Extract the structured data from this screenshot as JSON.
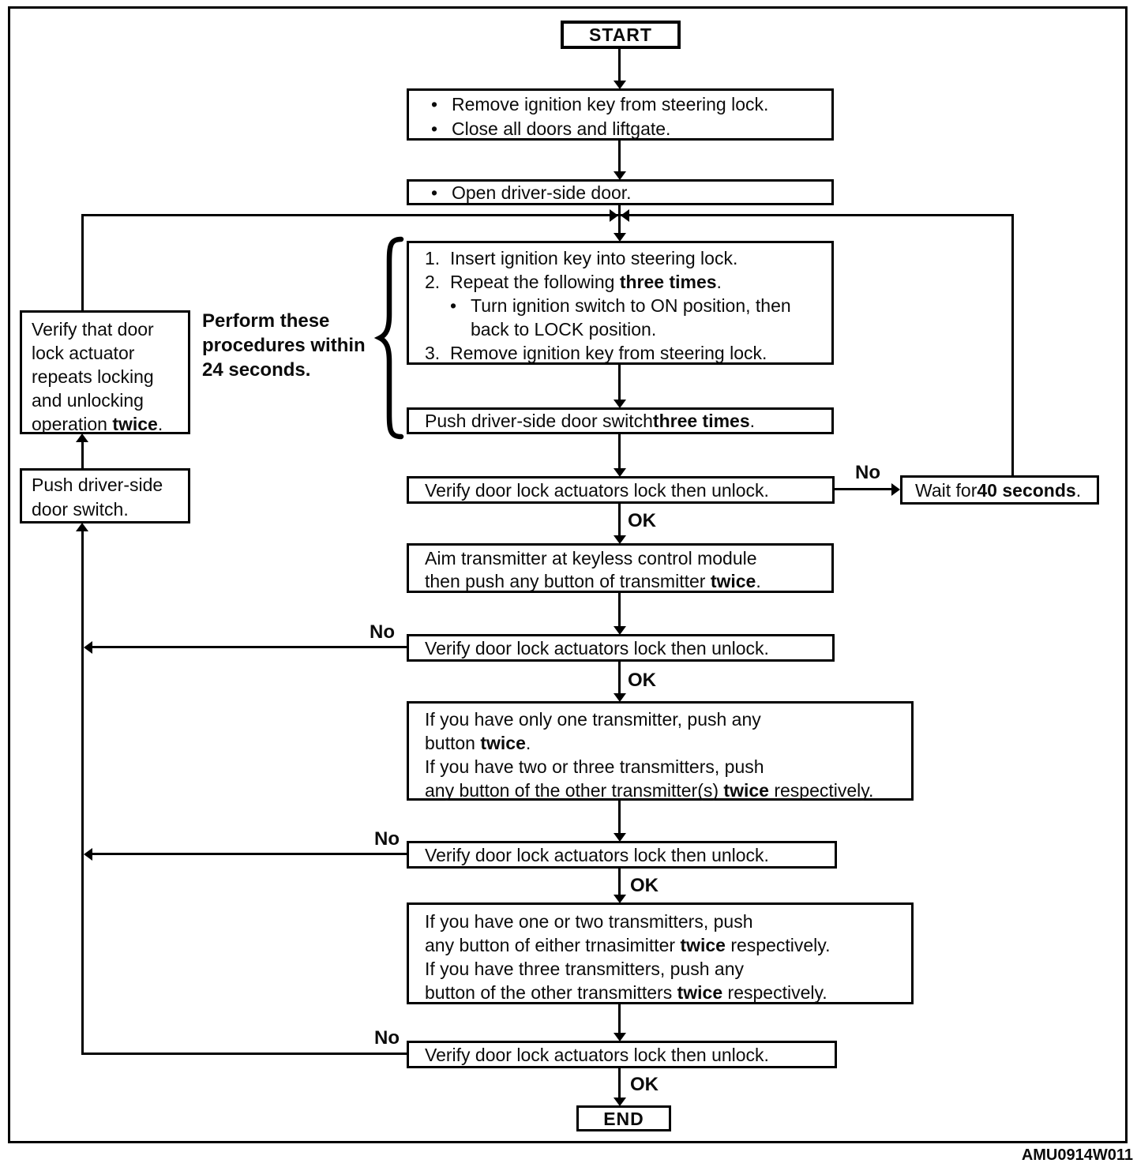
{
  "figure_id": "AMU0914W011",
  "glyphs": {
    "bullet": "•"
  },
  "labels": {
    "no": "No",
    "ok": "OK"
  },
  "note": {
    "line1": "Perform these",
    "line2": "procedures within",
    "line3": "24 seconds."
  },
  "nodes": {
    "start": "START",
    "end": "END",
    "prep": {
      "line1": "Remove ignition key from steering lock.",
      "line2": "Close all doors and liftgate."
    },
    "open_door": "Open driver-side door.",
    "procedure": {
      "n1": "1.",
      "s1": "Insert ignition key into steering lock.",
      "n2": "2.",
      "s2_pre": "Repeat the following ",
      "s2_bold": "three times",
      "s2_post": ".",
      "sub1": "Turn ignition switch to ON position, then",
      "sub2": "back to LOCK position.",
      "n3": "3.",
      "s3": "Remove ignition key from steering lock."
    },
    "push_three": {
      "pre": "Push driver-side door switch ",
      "bold": "three times",
      "post": "."
    },
    "verify": "Verify door lock actuators lock then unlock.",
    "wait": {
      "pre": "Wait for ",
      "bold": "40 seconds",
      "post": "."
    },
    "aim": {
      "line1": "Aim transmitter at keyless control module",
      "line2_pre": "then push any button of transmitter ",
      "line2_bold": "twice",
      "line2_post": "."
    },
    "only_one": {
      "line1": "If you have only one transmitter, push any",
      "line2_pre": "button ",
      "line2_bold": "twice",
      "line2_post": ".",
      "line3": "If you have two or three transmitters, push",
      "line4_pre": "any button of the other transmitter(s) ",
      "line4_bold": "twice",
      "line4_post": " respectively."
    },
    "one_or_two": {
      "line1": "If you have one or two transmitters, push",
      "line2_pre": "any button of either trnasimitter ",
      "line2_bold": "twice",
      "line2_post": " respectively.",
      "line3": "If you have three transmitters, push any",
      "line4_pre": "button of the other transmitters ",
      "line4_bold": "twice",
      "line4_post": " respectively."
    },
    "left_verify": {
      "line1": "Verify that door",
      "line2": "lock actuator",
      "line3": "repeats locking",
      "line4": "and unlocking",
      "line5_pre": "operation ",
      "line5_bold": "twice",
      "line5_post": "."
    },
    "left_push": {
      "line1": "Push driver-side",
      "line2": "door switch."
    }
  }
}
